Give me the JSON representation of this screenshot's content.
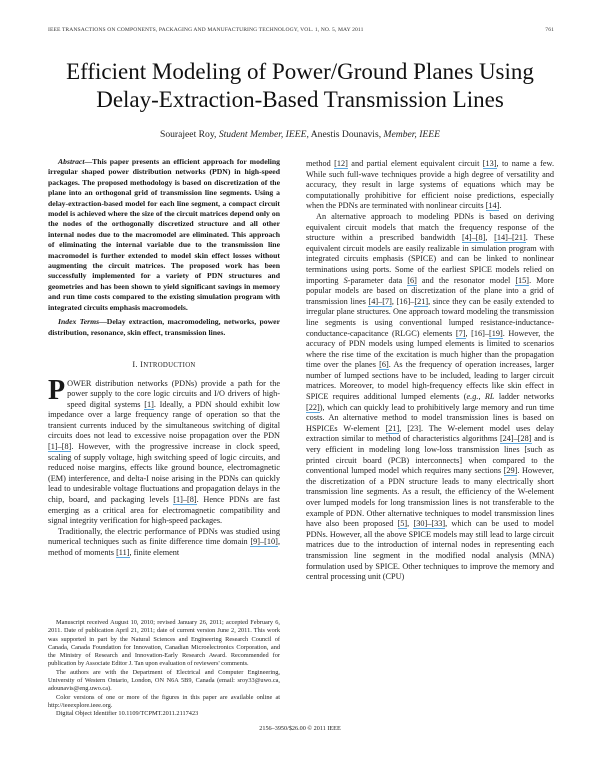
{
  "header": {
    "journal": "IEEE TRANSACTIONS ON COMPONENTS, PACKAGING AND MANUFACTURING TECHNOLOGY, VOL. 1, NO. 5, MAY 2011",
    "page_number": "761"
  },
  "title": {
    "line1": "Efficient Modeling of Power/Ground Planes Using",
    "line2": "Delay-Extraction-Based Transmission Lines"
  },
  "authors": {
    "author1": "Sourajeet Roy,",
    "author1_role": "Student Member, IEEE,",
    "author2": "Anestis Dounavis,",
    "author2_role": "Member, IEEE"
  },
  "abstract": {
    "label": "Abstract",
    "dash": "—",
    "text": "This paper presents an efficient approach for modeling irregular shaped power distribution networks (PDN) in high-speed packages. The proposed methodology is based on discretization of the plane into an orthogonal grid of transmission line segments. Using a delay-extraction-based model for each line segment, a compact circuit model is achieved where the size of the circuit matrices depend only on the nodes of the orthogonally discretized structure and all other internal nodes due to the macromodel are eliminated. This approach of eliminating the internal variable due to the transmission line macromodel is further extended to model skin effect losses without augmenting the circuit matrices. The proposed work has been successfully implemented for a variety of PDN structures and geometries and has been shown to yield significant savings in memory and run time costs compared to the existing simulation program with integrated circuits emphasis macromodels."
  },
  "index_terms": {
    "label": "Index Terms",
    "dash": "—",
    "text": "Delay extraction, macromodeling, networks, power distribution, resonance, skin effect, transmission lines."
  },
  "section1": {
    "numeral": "I. I",
    "title_sc": "NTRODUCTION",
    "p1": {
      "dropcap": "P",
      "t1": "OWER distribution networks (PDNs) provide a path for the power supply to the core logic circuits and I/O drivers of high-speed digital systems ",
      "c1": "[1]",
      "t2": ". Ideally, a PDN should exhibit low impedance over a large frequency range of operation so that the transient currents induced by the simultaneous switching of digital circuits does not lead to excessive noise propagation over the PDN ",
      "c2": "[1]",
      "c3": "–[8]",
      "t3": ". However, with the progressive increase in clock speed, scaling of supply voltage, high switching speed of logic circuits, and reduced noise margins, effects like ground bounce, electromagnetic (EM) interference, and delta-I noise arising in the PDNs can quickly lead to undesirable voltage fluctuations and propagation delays in the chip, board, and packaging levels ",
      "c4": "[1]–[8]",
      "t4": ". Hence PDNs are fast emerging as a critical area for electromagnetic compatibility and signal integrity verification for high-speed packages."
    },
    "p2": {
      "t1": "Traditionally, the electric performance of PDNs was studied using numerical techniques such as finite difference time domain ",
      "c1": "[9]–[10]",
      "t2": ", method of moments ",
      "c2": "[11]",
      "t3": ", finite element"
    },
    "p2_cont": {
      "t1": "method ",
      "c1": "[12]",
      "t2": " and partial element equivalent circuit ",
      "c2": "[13]",
      "t3": ", to name a few. While such full-wave techniques provide a high degree of versatility and accuracy, they result in large systems of equations which may be computationally prohibitive for efficient noise predictions, especially when the PDNs are terminated with nonlinear circuits ",
      "c3": "[14]",
      "t4": "."
    },
    "p3": {
      "t1": "An alternative approach to modeling PDNs is based on deriving equivalent circuit models that match the frequency response of the structure within a prescribed bandwidth ",
      "c1": "[4]–[8]",
      "t2": ", ",
      "c2": "[14]–[21]",
      "t3": ". These equivalent circuit models are easily realizable in simulation program with integrated circuits emphasis (SPICE) and can be linked to nonlinear terminations using ports. Some of the earliest SPICE models relied on importing ",
      "s_italic": "S",
      "t4": "-parameter data ",
      "c3": "[6]",
      "t5": " and the resonator model ",
      "c4": "[15]",
      "t6": ". More popular models are based on discretization of the plane into a grid of transmission lines ",
      "c5": "[4]–[7]",
      "t7": ", [16]–",
      "c6": "[21]",
      "t8": ", since they can be easily extended to irregular plane structures. One approach toward modeling the transmission line segments is using conventional lumped resistance-inductance-conductance-capacitance (RLGC) elements ",
      "c7": "[7]",
      "t9": ", [16]–",
      "c8": "[19]",
      "t10": ". However, the accuracy of PDN models using lumped elements is limited to scenarios where the rise time of the excitation is much higher than the propagation time over the planes ",
      "c9": "[6]",
      "t11": ". As the frequency of operation increases, larger number of lumped sections have to be included, leading to larger circuit matrices. Moreover, to model high-frequency effects like skin effect in SPICE requires additional lumped elements (",
      "eg": "e.g.",
      "t12": ", ",
      "rl": "RL",
      "t13": " ladder networks ",
      "c10": "[22]",
      "t14": "), which can quickly lead to prohibitively large memory and run time costs. An alternative method to model transmission lines is based on HSPICEs W-element ",
      "c11": "[21]",
      "t15": ", [23]. The W-element model uses delay extraction similar to method of characteristics algorithms ",
      "c12": "[24]–[28]",
      "t16": " and is very efficient in modeling long low-loss transmission lines [such as printed circuit board (PCB) interconnects] when compared to the conventional lumped model which requires many sections ",
      "c13": "[29]",
      "t17": ". However, the discretization of a PDN structure leads to many electrically short transmission line segments. As a result, the efficiency of the W-element over lumped models for long transmission lines is not transferable to the example of PDN. Other alternative techniques to model transmission lines have also been proposed ",
      "c14": "[5]",
      "t18": ", ",
      "c15": "[30]–[33]",
      "t19": ", which can be used to model PDNs. However, all the above SPICE models may still lead to large circuit matrices due to the introduction of internal nodes in representing each transmission line segment in the modified nodal analysis (MNA) formulation used by SPICE. Other techniques to improve the memory and central processing unit (CPU)"
    }
  },
  "footnotes": {
    "manuscript": "Manuscript received August 10, 2010; revised January 26, 2011; accepted February 6, 2011. Date of publication April 21, 2011; date of current version June 2, 2011. This work was supported in part by the Natural Sciences and Engineering Research Council of Canada, Canada Foundation for Innovation, Canadian Microelectronics Corporation, and the Ministry of Research and Innovation-Early Research Award. Recommended for publication by Associate Editor J. Tan upon evaluation of reviewers' comments.",
    "authors": "The authors are with the Department of Electrical and Computer Engineering, University of Western Ontario, London, ON N6A 5B9, Canada (email: sroy33@uwo.ca, adounavis@eng.uwo.ca).",
    "color": "Color versions of one or more of the figures in this paper are available online at http://ieeexplore.ieee.org.",
    "doi": "Digital Object Identifier 10.1109/TCPMT.2011.2117423"
  },
  "copyright": "2156–3950/$26.00 © 2011 IEEE",
  "colors": {
    "text": "#1a1a1a",
    "citation_underline": "#5aa7e0",
    "background": "#ffffff"
  }
}
